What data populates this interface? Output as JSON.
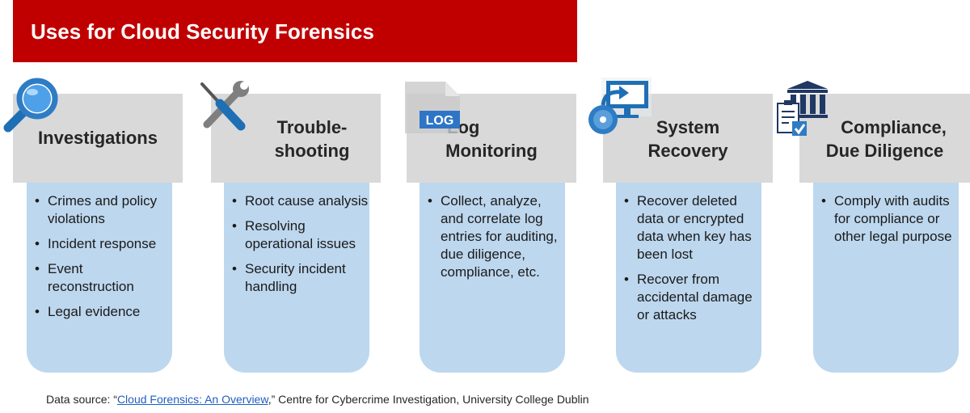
{
  "header": {
    "title": "Uses for Cloud Security Forensics"
  },
  "columns": [
    {
      "title_lines": [
        "Investigations"
      ],
      "icon": "magnifier-icon",
      "bullets": [
        "Crimes and policy violations",
        "Incident response",
        "Event reconstruction",
        "Legal evidence"
      ]
    },
    {
      "title_lines": [
        "Trouble-",
        "shooting"
      ],
      "icon": "tools-icon",
      "bullets": [
        "Root cause analysis",
        "Resolving operational issues",
        "Security incident handling"
      ]
    },
    {
      "title_lines": [
        "Log",
        "Monitoring"
      ],
      "icon": "log-file-icon",
      "icon_label": "LOG",
      "bullets": [
        "Collect, analyze, and correlate log entries for auditing, due diligence, compliance, etc."
      ]
    },
    {
      "title_lines": [
        "System",
        "Recovery"
      ],
      "icon": "monitor-recovery-icon",
      "bullets": [
        "Recover deleted data or encrypted data when key has been lost",
        "Recover from accidental damage or attacks"
      ]
    },
    {
      "title_lines": [
        "Compliance,",
        "Due Diligence"
      ],
      "icon": "courthouse-checklist-icon",
      "bullets": [
        "Comply with audits for compliance or other legal purpose"
      ]
    }
  ],
  "footer": {
    "prefix": "Data source: “",
    "link_text": "Cloud Forensics: An Overview",
    "suffix": ",” Centre for Cybercrime Investigation, University College Dublin"
  },
  "colors": {
    "banner": "#c00000",
    "header_box": "#d9d9d9",
    "body_box": "#bdd7ee",
    "link": "#1f5fc2"
  }
}
